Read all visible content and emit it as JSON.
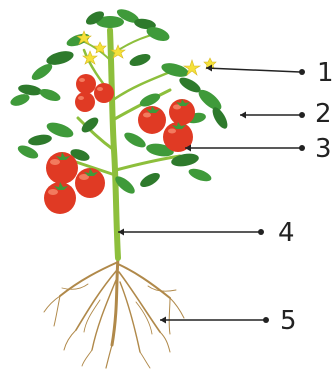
{
  "labels": [
    "1",
    "2",
    "3",
    "4",
    "5"
  ],
  "colors": {
    "leaf": "#3f9a3a",
    "leaf_dark": "#2e7a2c",
    "stem": "#8dbf3c",
    "fruit": "#e03a24",
    "fruit_highlight": "#f27a5e",
    "flower": "#f5e13a",
    "root": "#b0894a",
    "line": "#222222"
  }
}
